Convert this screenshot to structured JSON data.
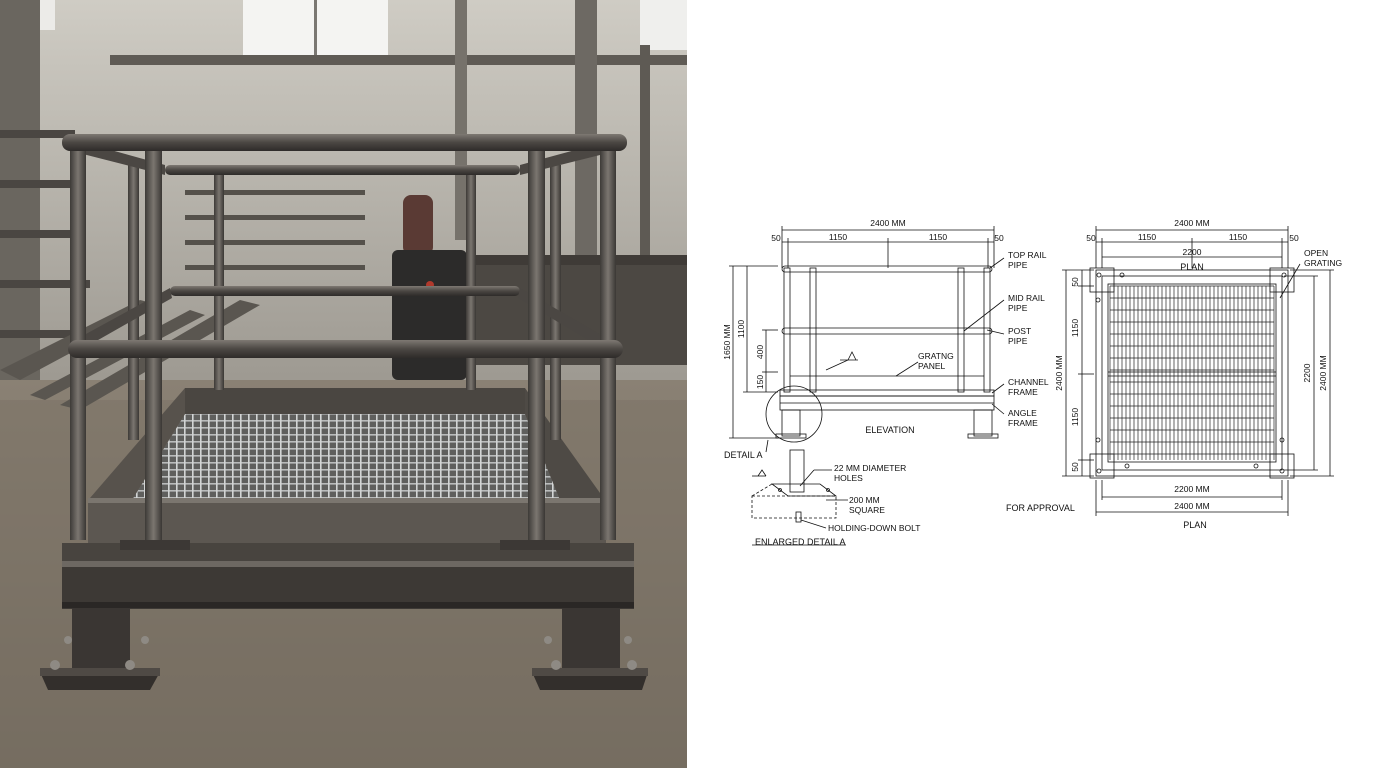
{
  "elevation": {
    "dim_overall": "2400 MM",
    "dim_left_edge": "50",
    "dim_span_1": "1150",
    "dim_span_2": "1150",
    "dim_right_edge": "50",
    "dim_height_total": "1650 MM",
    "dim_rail_height": "1100",
    "dim_midrail": "400",
    "dim_bottom": "150",
    "label_top_rail_1": "TOP RAIL",
    "label_top_rail_2": "PIPE",
    "label_mid_rail_1": "MID RAIL",
    "label_mid_rail_2": "PIPE",
    "label_post_1": "POST",
    "label_post_2": "PIPE",
    "label_grating_1": "GRATNG",
    "label_grating_2": "PANEL",
    "label_channel_1": "CHANNEL",
    "label_channel_2": "FRAME",
    "label_angle_1": "ANGLE",
    "label_angle_2": "FRAME",
    "title": "ELEVATION",
    "detail_ref": "DETAIL A"
  },
  "detail": {
    "holes_1": "22 MM DIAMETER",
    "holes_2": "HOLES",
    "square_1": "200 MM",
    "square_2": "SQUARE",
    "bolt": "HOLDING-DOWN BOLT",
    "title": "ENLARGED DETAIL A"
  },
  "plan": {
    "dim_overall_top": "2400 MM",
    "dim_left_edge": "50",
    "dim_span_1": "1150",
    "dim_span_2": "1150",
    "dim_right_edge": "50",
    "dim_inner_top": "2200",
    "title_top": "PLAN",
    "label_open_1": "OPEN",
    "label_open_2": "GRATING",
    "dim_left_total": "2400 MM",
    "dim_left_50_top": "50",
    "dim_left_1150_top": "1150",
    "dim_left_1150_bottom": "1150",
    "dim_left_50_bottom": "50",
    "dim_right_inner": "2200",
    "dim_right_total": "2400 MM",
    "dim_inner_bottom": "2200 MM",
    "dim_overall_bottom": "2400 MM",
    "title_bottom": "PLAN",
    "for_approval": "FOR APPROVAL"
  }
}
